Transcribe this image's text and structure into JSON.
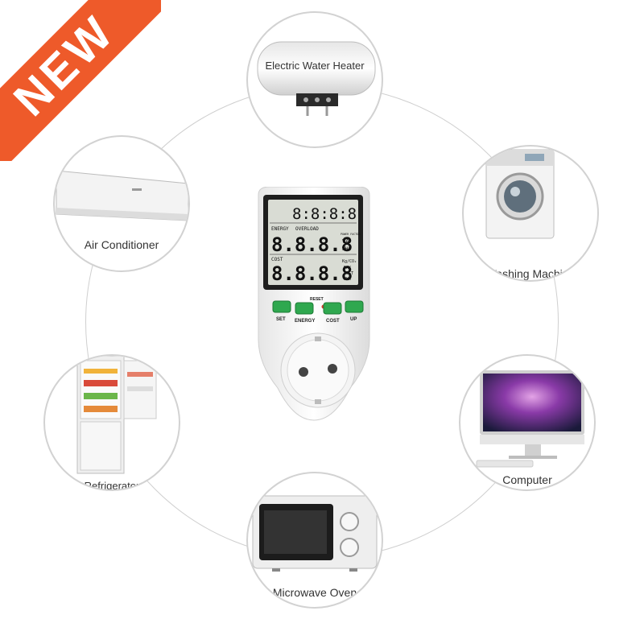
{
  "badge": {
    "text": "NEW",
    "color": "#ee5a2a"
  },
  "appliances": [
    {
      "id": "heater",
      "label": "Electric Water Heater",
      "icon": "water-heater-icon"
    },
    {
      "id": "washer",
      "label": "Washing Machine",
      "icon": "washing-machine-icon"
    },
    {
      "id": "computer",
      "label": "Computer",
      "icon": "computer-icon"
    },
    {
      "id": "microwave",
      "label": "Microwave Oven",
      "icon": "microwave-icon"
    },
    {
      "id": "fridge",
      "label": "Refrigerator",
      "icon": "refrigerator-icon"
    },
    {
      "id": "ac",
      "label": "Air Conditioner",
      "icon": "air-conditioner-icon"
    }
  ],
  "meter": {
    "display_top": "8:8:8:8",
    "row1_labels": {
      "energy": "ENERGY",
      "overload": "OVERLOAD"
    },
    "row1_digits": "8.8.8.8",
    "row1_units": {
      "power_factor": "POWER FACTOR",
      "va": "VA",
      "whz": "WHz"
    },
    "row2_label": "COST",
    "row2_digits": "8.8.8.8",
    "row2_units": {
      "kgco2": "Kg/CO₂",
      "day": "DAY",
      "cost": "COST",
      "kwh": "KWh"
    },
    "reset_label": "RESET",
    "buttons": [
      "SET",
      "ENERGY",
      "COST",
      "UP"
    ],
    "button_color": "#2fa84f"
  }
}
